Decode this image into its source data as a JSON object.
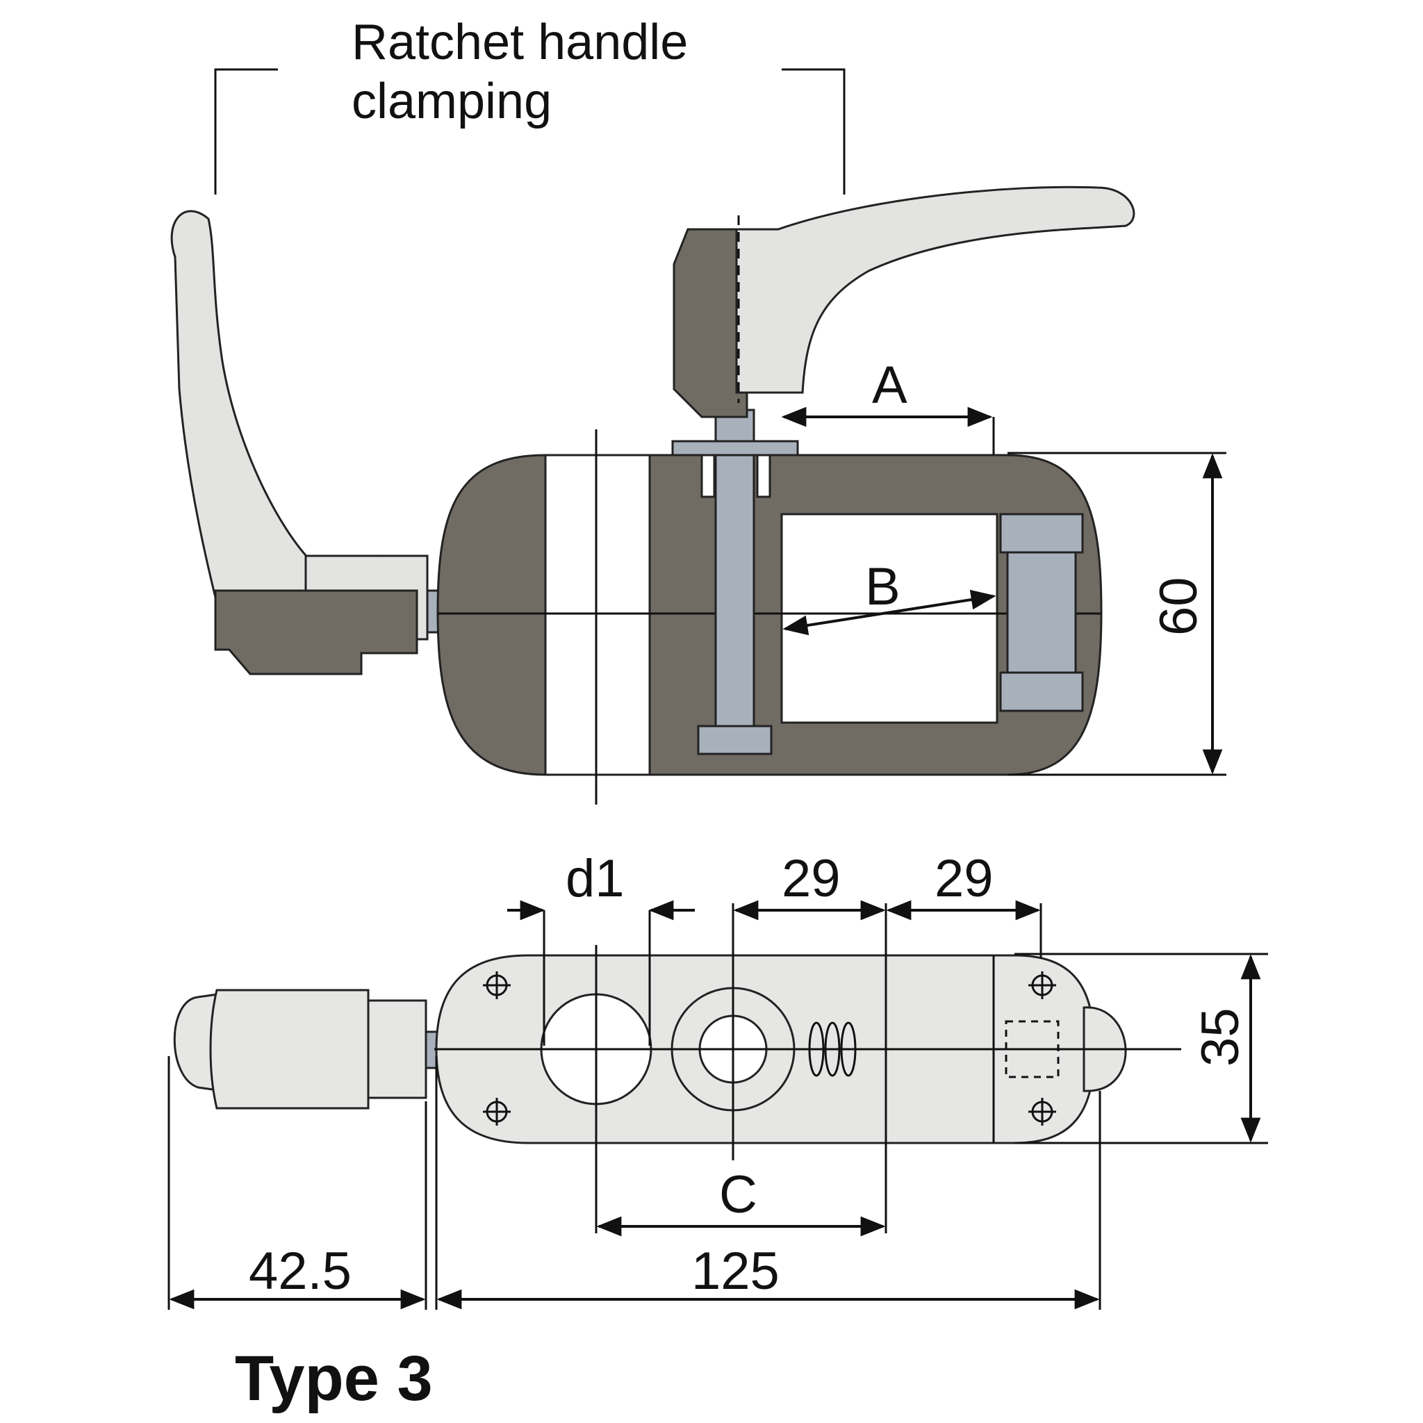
{
  "header": {
    "title_line1": "Ratchet handle",
    "title_line2": "clamping"
  },
  "dimensions": {
    "a": "A",
    "b": "B",
    "height": "60",
    "d1": "d1",
    "pitch_1": "29",
    "pitch_2": "29",
    "width": "35",
    "c": "C",
    "handle_length": "42.5",
    "overall_length": "125"
  },
  "footer": {
    "type_label": "Type 3"
  },
  "colors": {
    "body": "#706b63",
    "handle": "#e3e4e1",
    "steel": "#a8b1bb"
  }
}
